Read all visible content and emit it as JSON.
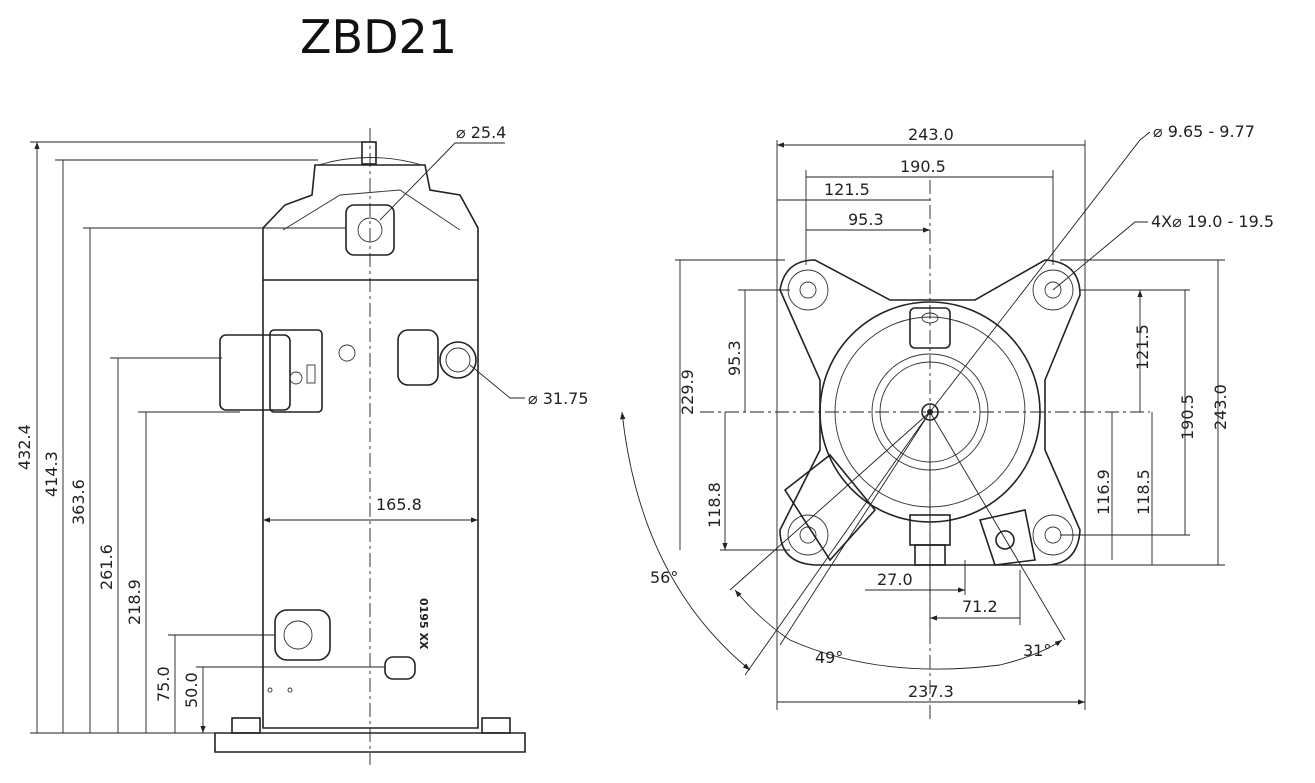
{
  "title": "ZBD21",
  "side_view": {
    "dimensions": {
      "h_total": "432.4",
      "h_top_fitting": "414.3",
      "h_suction": "363.6",
      "h_terminal": "261.6",
      "h_discharge": "218.9",
      "h_oil": "75.0",
      "h_schrader": "50.0",
      "body_width": "165.8",
      "suction_dia": "⌀ 25.4",
      "discharge_dia": "⌀ 31.75"
    },
    "marking": "0195 XX"
  },
  "top_view": {
    "dimensions": {
      "w_total": "243.0",
      "w_mount": "190.5",
      "w_half": "121.5",
      "w_mount_half": "95.3",
      "pin_dia": "⌀ 9.65 - 9.77",
      "hole_dia": "4X⌀ 19.0 - 19.5",
      "v_right_half": "121.5",
      "v_right_mount": "190.5",
      "v_right_total": "243.0",
      "v_right_lower": "118.5",
      "v_right_lower2": "116.9",
      "v_left_total": "229.9",
      "v_left_upper": "95.3",
      "v_left_lower": "118.8",
      "h_offset1": "27.0",
      "h_offset2": "71.2",
      "w_bottom": "237.3",
      "angle1": "56°",
      "angle2": "49°",
      "angle3": "31°"
    }
  }
}
